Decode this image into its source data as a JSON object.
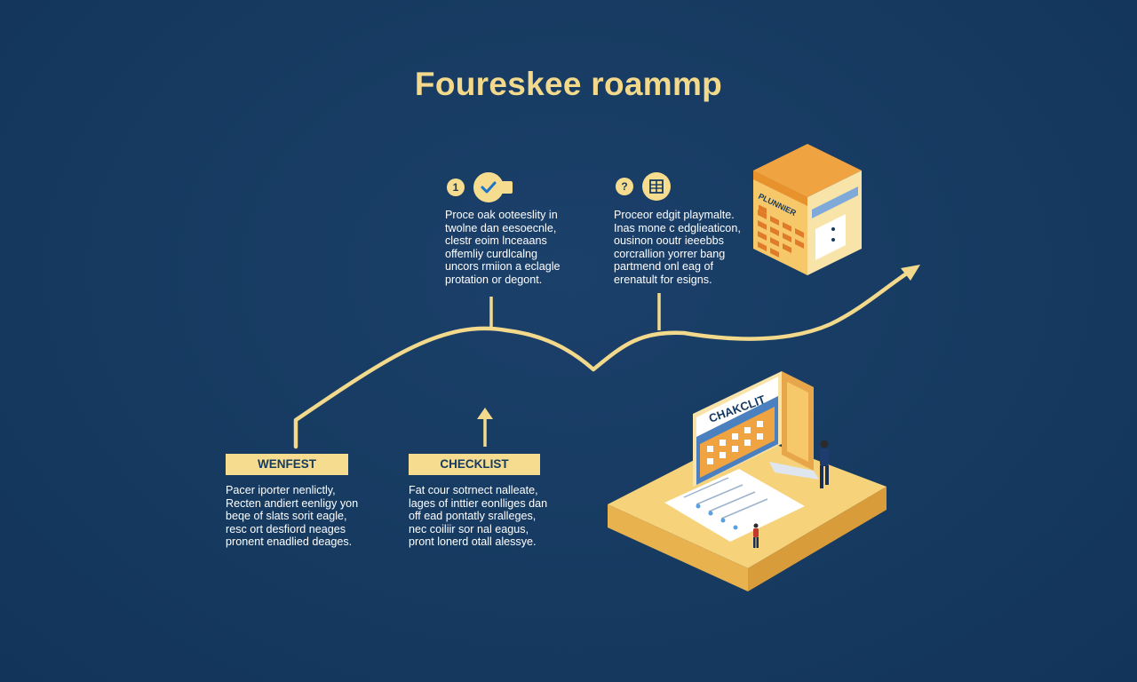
{
  "title": "Foureskee roammp",
  "colors": {
    "background": "#163a60",
    "accent": "#f2d98c",
    "label_fill": "#f6dc8e",
    "text": "#ffffff",
    "orange": "#f0a441"
  },
  "milestones": [
    {
      "number": "1",
      "icon": "checkmark-icon",
      "description": "Proce oak ooteeslity in\ntwolne dan eesoecnle,\nclestr eoim lnceaans\noffemliy curdlcalng\nuncors rmiion a eclagle\nprotation or degont."
    },
    {
      "number": "?",
      "icon": "grid-icon",
      "description": "Proceor edgit playmalte.\nInas mone c edglieaticon,\nousinon ooutr ieeebbs\ncorcrallion yorrer bang\npartmend onl eag of\nerenatult for esigns."
    }
  ],
  "stages": [
    {
      "label": "WENFEST",
      "description": "Pacer iporter nenlictly,\nRecten andiert eenligy yon\nbeqe of slats sorit eagle,\nresc ort desfiord neages\npronent enadlied deages."
    },
    {
      "label": "CHECKLIST",
      "description": "Fat cour sotrnect nalleate,\nlages of inttier eonlliges dan\noff ead pontatly sralleges,\nnec coiliir sor nal eagus,\npront lonerd otall alessye."
    }
  ],
  "illustration": {
    "board_title": "CHAKCLIT",
    "calendar_label": "PLUNNIER"
  }
}
